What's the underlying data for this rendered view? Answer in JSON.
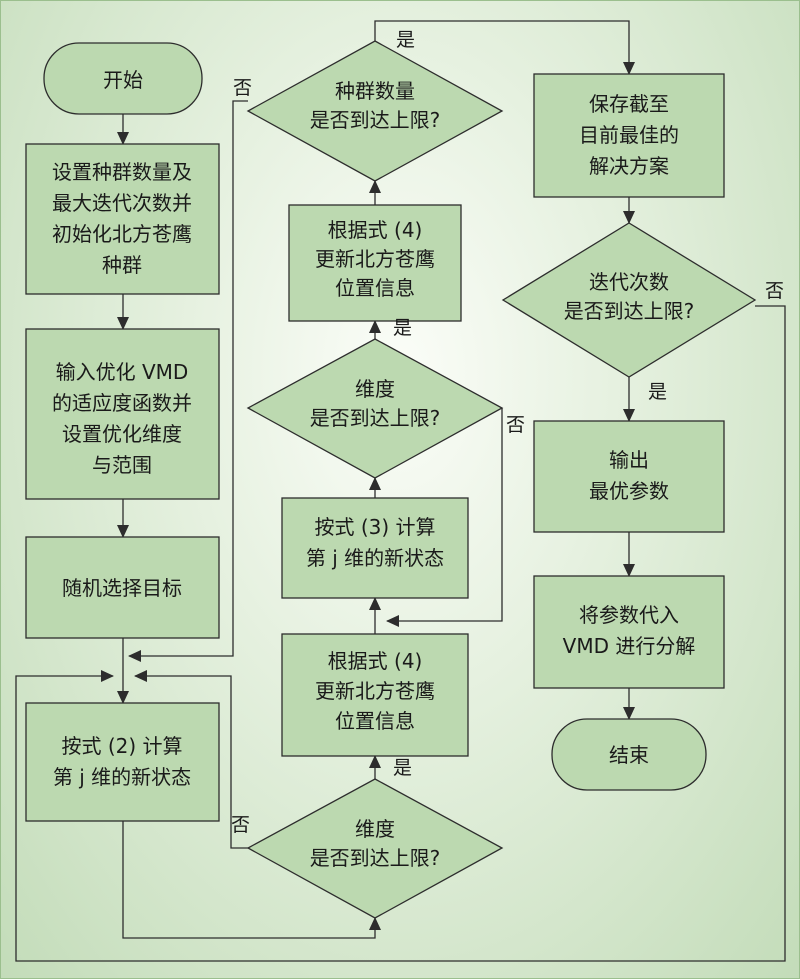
{
  "nodes": {
    "start": [
      "开始"
    ],
    "init": [
      "设置种群数量及",
      "最大迭代次数并",
      "初始化北方苍鹰",
      "种群"
    ],
    "input": [
      "输入优化 VMD",
      "的适应度函数并",
      "设置优化维度",
      "与范围"
    ],
    "select": [
      "随机选择目标"
    ],
    "calc2": [
      "按式 (2) 计算",
      "第 j 维的新状态"
    ],
    "dim_check_1": [
      "维度",
      "是否到达上限?"
    ],
    "update_1": [
      "根据式 (4)",
      "更新北方苍鹰",
      "位置信息"
    ],
    "calc3": [
      "按式 (3) 计算",
      "第 j 维的新状态"
    ],
    "dim_check_2": [
      "维度",
      "是否到达上限?"
    ],
    "update_2": [
      "根据式 (4)",
      "更新北方苍鹰",
      "位置信息"
    ],
    "pop_check": [
      "种群数量",
      "是否到达上限?"
    ],
    "save": [
      "保存截至",
      "目前最佳的",
      "解决方案"
    ],
    "iter_check": [
      "迭代次数",
      "是否到达上限?"
    ],
    "output": [
      "输出",
      "最优参数"
    ],
    "decompose": [
      "将参数代入",
      "VMD 进行分解"
    ],
    "end": [
      "结束"
    ]
  },
  "edge_labels": {
    "yes": "是",
    "no": "否"
  },
  "colors": {
    "box_fill": "#bcd9b0",
    "stroke": "#2d2d2d",
    "bg_center": "#fbfdf8",
    "bg_edge": "#c3dcb9"
  }
}
